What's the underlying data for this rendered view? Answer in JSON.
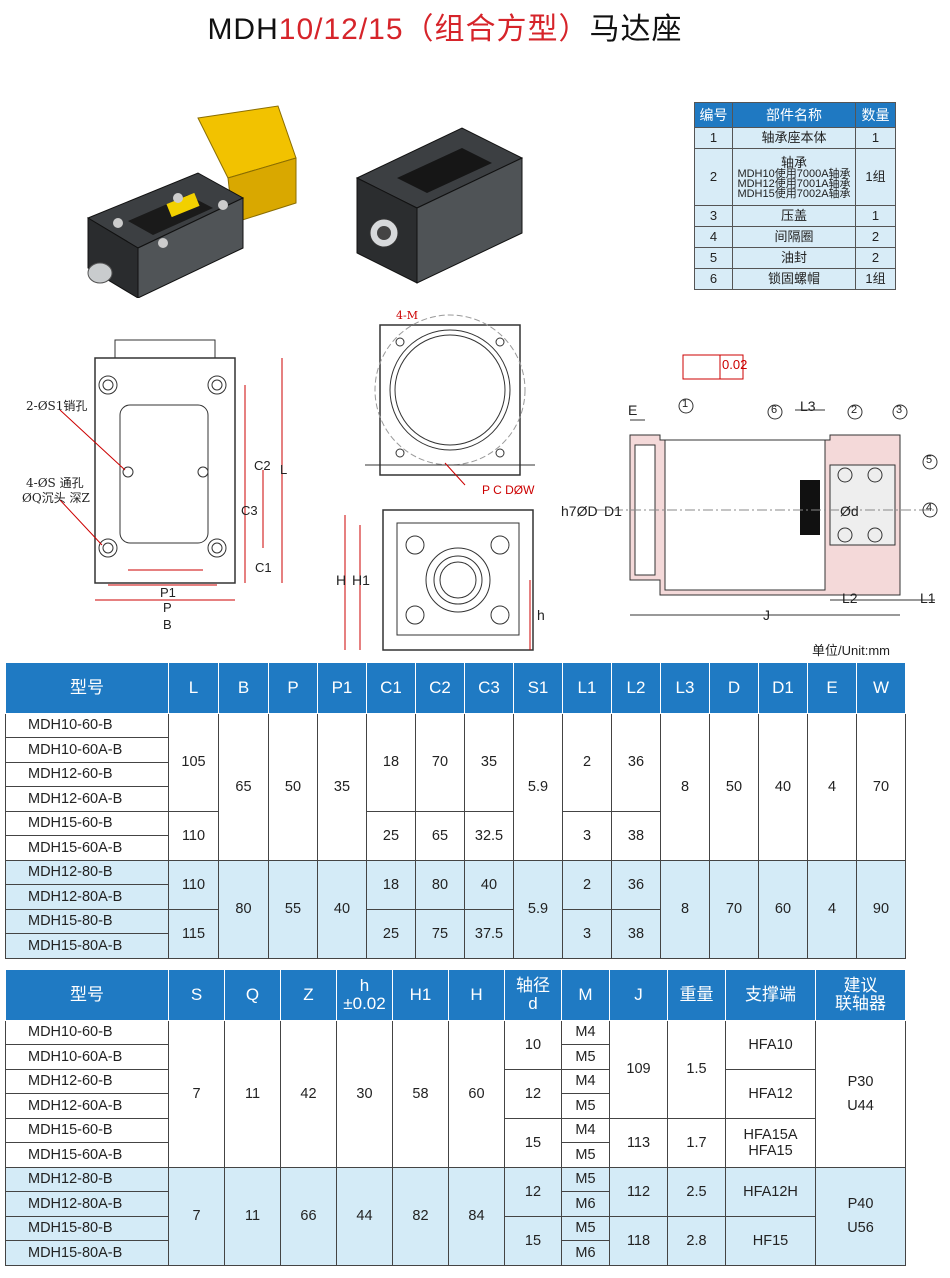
{
  "title": {
    "prefix": "MDH",
    "models": "10/12/15",
    "paren": "（组合方型）",
    "suffix": "马达座"
  },
  "parts": {
    "headers": [
      "编号",
      "部件名称",
      "数量"
    ],
    "rows": [
      {
        "no": "1",
        "name": "轴承座本体",
        "qty": "1"
      },
      {
        "no": "2",
        "name": [
          "轴承",
          "MDH10使用7000A轴承",
          "MDH12使用7001A轴承",
          "MDH15使用7002A轴承"
        ],
        "qty": "1组"
      },
      {
        "no": "3",
        "name": "压盖",
        "qty": "1"
      },
      {
        "no": "4",
        "name": "间隔圈",
        "qty": "2"
      },
      {
        "no": "5",
        "name": "油封",
        "qty": "2"
      },
      {
        "no": "6",
        "name": "锁固螺帽",
        "qty": "1组"
      }
    ]
  },
  "drawing": {
    "pin_hole": "2-ØS1销孔",
    "thru_hole": "4-ØS 通孔",
    "counterbore": "ØQ沉头 深Z",
    "dims_front": [
      "P1",
      "P",
      "B",
      "C1",
      "C3",
      "C2",
      "L"
    ],
    "m_label": "4-M",
    "pcd": "P C DØW",
    "dims_side": [
      "H",
      "H1",
      "h"
    ],
    "tolerance": "0.02",
    "dims_section": [
      "E",
      "L3",
      "h7ØD",
      "D1",
      "Ød",
      "L2",
      "L1",
      "J"
    ],
    "balloons": [
      "1",
      "2",
      "3",
      "4",
      "5",
      "6"
    ]
  },
  "unit": "单位/Unit:mm",
  "spec1": {
    "headers": [
      "型号",
      "L",
      "B",
      "P",
      "P1",
      "C1",
      "C2",
      "C3",
      "S1",
      "L1",
      "L2",
      "L3",
      "D",
      "D1",
      "E",
      "W"
    ],
    "models": [
      "MDH10-60-B",
      "MDH10-60A-B",
      "MDH12-60-B",
      "MDH12-60A-B",
      "MDH15-60-B",
      "MDH15-60A-B",
      "MDH12-80-B",
      "MDH12-80A-B",
      "MDH15-80-B",
      "MDH15-80A-B"
    ],
    "g1": {
      "L_a": "105",
      "L_b": "110",
      "B": "65",
      "P": "50",
      "P1": "35",
      "C1_a": "18",
      "C2_a": "70",
      "C3_a": "35",
      "C1_b": "25",
      "C2_b": "65",
      "C3_b": "32.5",
      "S1": "5.9",
      "L1_a": "2",
      "L2_a": "36",
      "L1_b": "3",
      "L2_b": "38",
      "L3": "8",
      "D": "50",
      "D1": "40",
      "E": "4",
      "W": "70"
    },
    "g2": {
      "L_a": "110",
      "L_b": "115",
      "B": "80",
      "P": "55",
      "P1": "40",
      "C1_a": "18",
      "C2_a": "80",
      "C3_a": "40",
      "C1_b": "25",
      "C2_b": "75",
      "C3_b": "37.5",
      "S1": "5.9",
      "L1_a": "2",
      "L2_a": "36",
      "L1_b": "3",
      "L2_b": "38",
      "L3": "8",
      "D": "70",
      "D1": "60",
      "E": "4",
      "W": "90"
    }
  },
  "spec2": {
    "headers": [
      "型号",
      "S",
      "Q",
      "Z",
      "h",
      "±0.02",
      "H1",
      "H",
      "轴径",
      "d",
      "M",
      "J",
      "重量",
      "支撑端",
      "建议",
      "联轴器"
    ],
    "g1": {
      "S": "7",
      "Q": "11",
      "Z": "42",
      "h": "30",
      "H1": "58",
      "H": "60",
      "d1": "10",
      "d2": "12",
      "d3": "15",
      "M": [
        "M4",
        "M5",
        "M4",
        "M5",
        "M4",
        "M5"
      ],
      "J1": "109",
      "J2": "113",
      "W1": "1.5",
      "W2": "1.7",
      "sup1": "HFA10",
      "sup2": "HFA12",
      "sup3a": "HFA15A",
      "sup3b": "HFA15",
      "cp1": "P30",
      "cp2": "U44"
    },
    "g2": {
      "S": "7",
      "Q": "11",
      "Z": "66",
      "h": "44",
      "H1": "82",
      "H": "84",
      "d1": "12",
      "d2": "15",
      "M": [
        "M5",
        "M6",
        "M5",
        "M6"
      ],
      "J1": "112",
      "J2": "118",
      "W1": "2.5",
      "W2": "2.8",
      "sup1": "HFA12H",
      "sup2": "HF15",
      "cp1": "P40",
      "cp2": "U56"
    }
  }
}
